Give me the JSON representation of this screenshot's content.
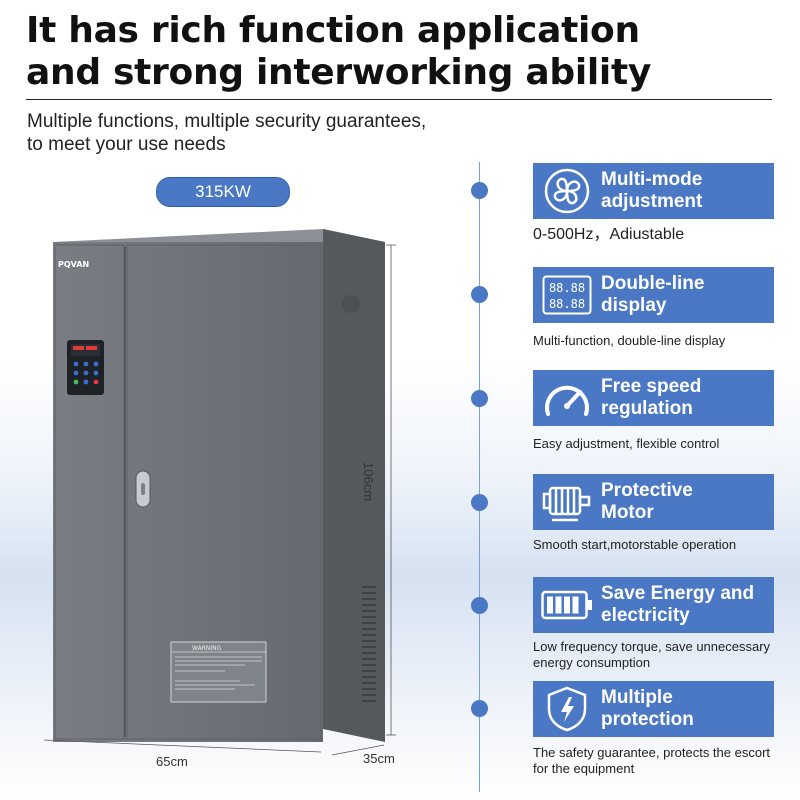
{
  "header": {
    "title_line1": "It has rich function application",
    "title_line2": "and strong interworking ability",
    "subtitle_line1": "Multiple functions, multiple security guarantees,",
    "subtitle_line2": "to meet your use needs"
  },
  "product": {
    "model_badge": "315KW",
    "brand": "PQVAN",
    "warning_label": "WARNING",
    "dimensions": {
      "height": "106cm",
      "width": "65cm",
      "depth": "35cm"
    }
  },
  "features": [
    {
      "title_line1": "Multi-mode",
      "title_line2": "adjustment",
      "description": "0-500Hz，Adiustable",
      "icon": "fan-mode-icon"
    },
    {
      "title_line1": "Double-line",
      "title_line2": "display",
      "description": "Multi-function, double-line display",
      "icon": "display-icon",
      "display_text": "88.88"
    },
    {
      "title_line1": "Free speed",
      "title_line2": "regulation",
      "description": "Easy adjustment, flexible control",
      "icon": "speedometer-icon"
    },
    {
      "title_line1": "Protective",
      "title_line2": "Motor",
      "description": "Smooth start,motorstable operation",
      "icon": "motor-icon"
    },
    {
      "title_line1": "Save Energy and",
      "title_line2": "electricity",
      "description_line1": "Low frequency torque, save unnecessary",
      "description_line2": "energy consumption",
      "icon": "battery-icon"
    },
    {
      "title_line1": "Multiple",
      "title_line2": "protection",
      "description_line1": "The safety guarantee, protects the escort",
      "description_line2": "for the equipment",
      "icon": "shield-icon"
    }
  ],
  "colors": {
    "accent": "#4a78c4",
    "cabinet": "#6e7278",
    "text": "#111111"
  }
}
